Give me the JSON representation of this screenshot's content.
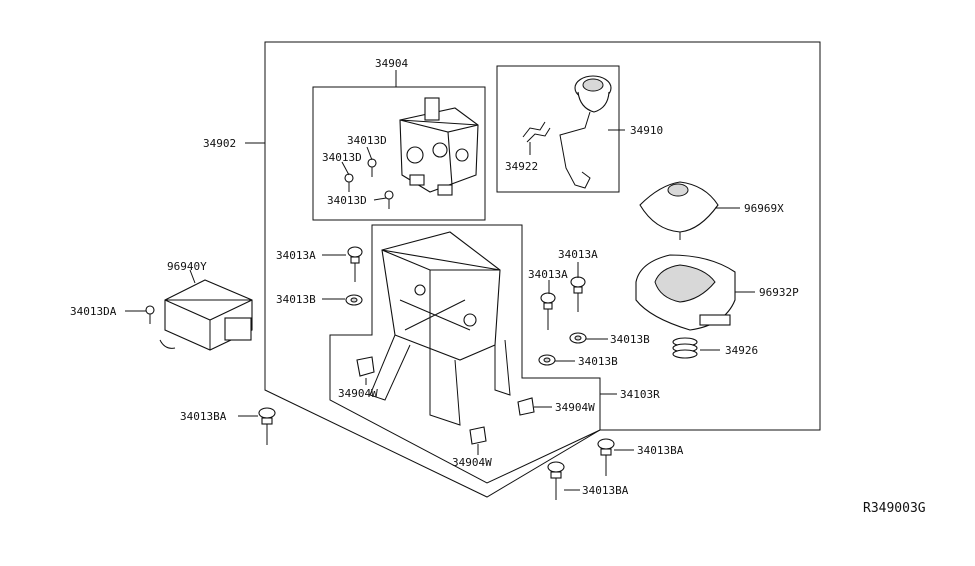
{
  "diagram_code": "R349003G",
  "labels": {
    "p34902": "34902",
    "p34904": "34904",
    "p34013D_1": "34013D",
    "p34013D_2": "34013D",
    "p34013D_3": "34013D",
    "p34910": "34910",
    "p34922": "34922",
    "p96969X": "96969X",
    "p96932P": "96932P",
    "p34926": "34926",
    "p96940Y": "96940Y",
    "p34013DA": "34013DA",
    "p34013A_1": "34013A",
    "p34013A_2": "34013A",
    "p34013A_3": "34013A",
    "p34013B_1": "34013B",
    "p34013B_2": "34013B",
    "p34013B_3": "34013B",
    "p34904W_1": "34904W",
    "p34904W_2": "34904W",
    "p34904W_3": "34904W",
    "p34103R": "34103R",
    "p34013BA_1": "34013BA",
    "p34013BA_2": "34013BA",
    "p34013BA_3": "34013BA"
  }
}
